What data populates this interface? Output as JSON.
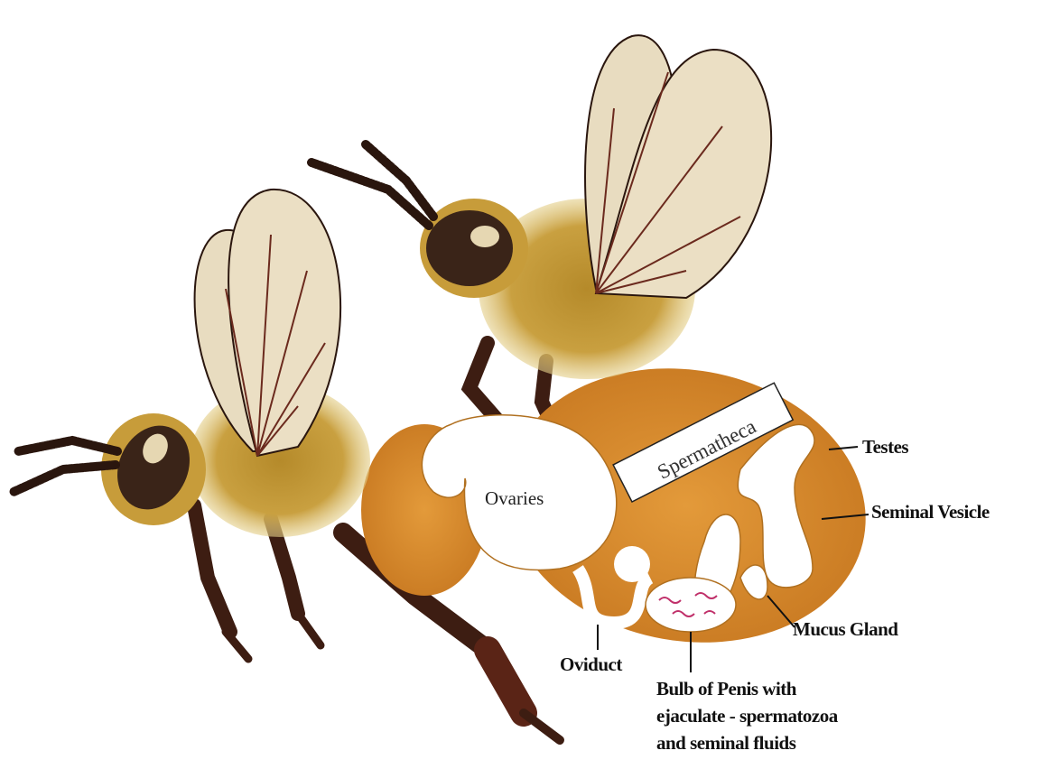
{
  "labels": {
    "ovaries": "Ovaries",
    "spermatheca": "Spermatheca",
    "testes": "Testes",
    "seminal_vesicle": "Seminal Vesicle",
    "mucus_gland": "Mucus Gland",
    "oviduct": "Oviduct",
    "bulb_line1": "Bulb of Penis with",
    "bulb_line2": "ejaculate - spermatozoa",
    "bulb_line3": "and seminal fluids"
  },
  "colors": {
    "wing": "#e8dcc0",
    "vein": "#6b2a1e",
    "fur": "#c49a35",
    "eye": "#3a2418",
    "leg": "#4a2416",
    "abdomen_orange": "#d98a2b",
    "organ": "#ffffff"
  }
}
